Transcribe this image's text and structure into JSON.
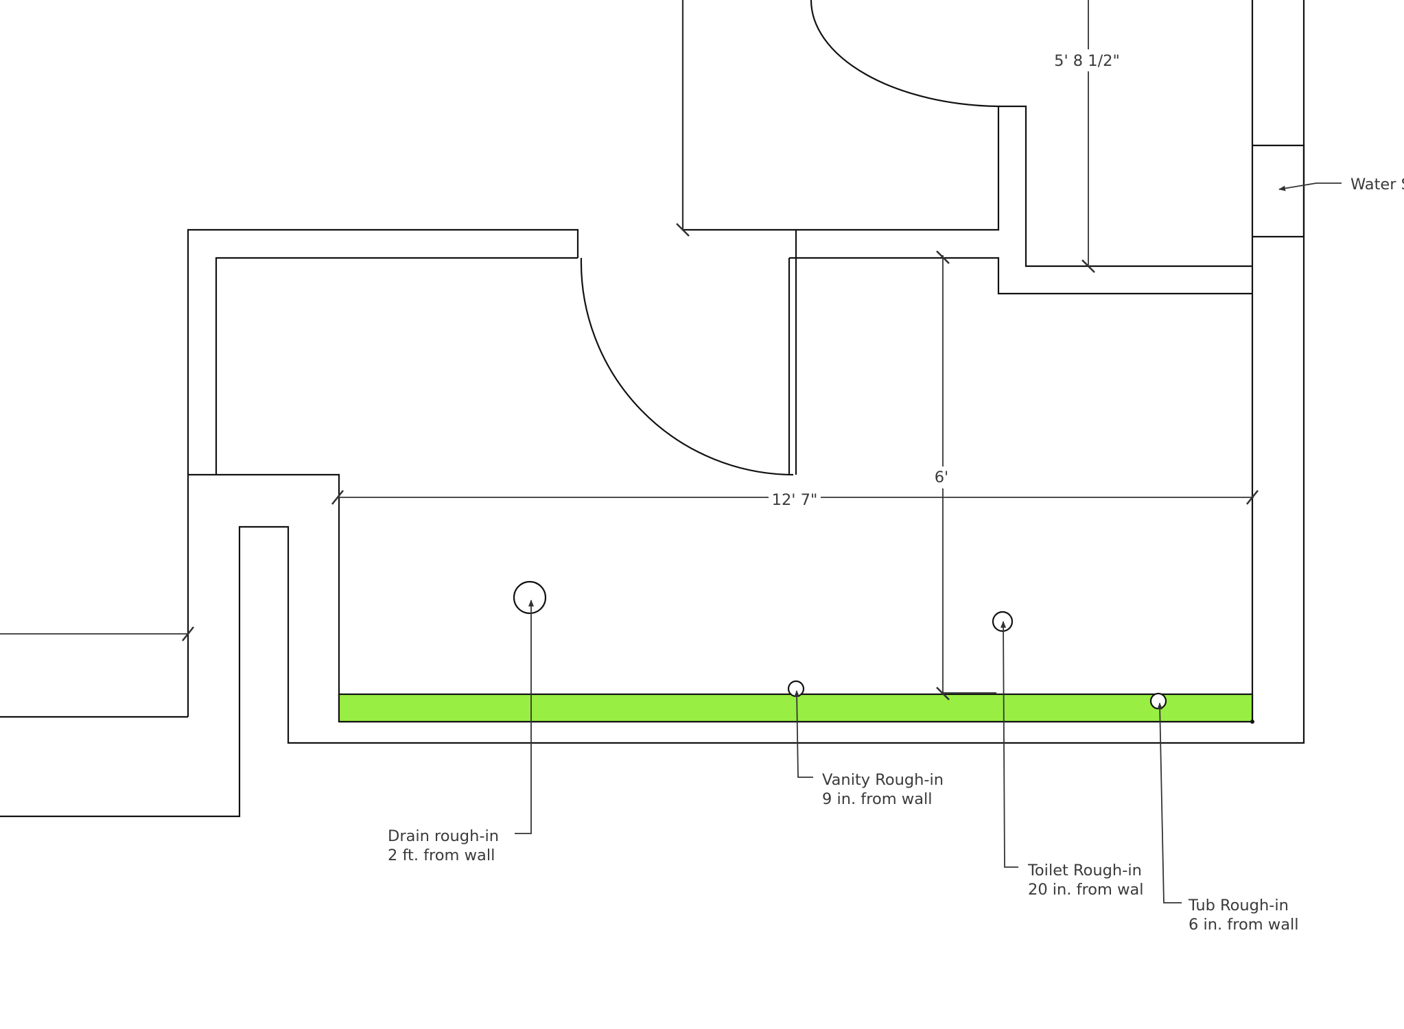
{
  "colors": {
    "wall_line": "#111111",
    "dimension_line": "#333333",
    "highlight_fill": "#99ee44",
    "text": "#3a3a3a"
  },
  "dimensions": {
    "room_width": "12' 7\"",
    "room_depth": "6'",
    "hall_depth": "5' 8 1/2\""
  },
  "labels": {
    "drain": {
      "line1": "Drain rough-in",
      "line2": "2 ft. from wall"
    },
    "vanity": {
      "line1": "Vanity Rough-in",
      "line2": "9 in. from wall"
    },
    "toilet": {
      "line1": "Toilet Rough-in",
      "line2": "20 in. from wal"
    },
    "tub": {
      "line1": "Tub Rough-in",
      "line2": "6 in. from wall"
    },
    "water": {
      "line1": "Water S"
    }
  }
}
